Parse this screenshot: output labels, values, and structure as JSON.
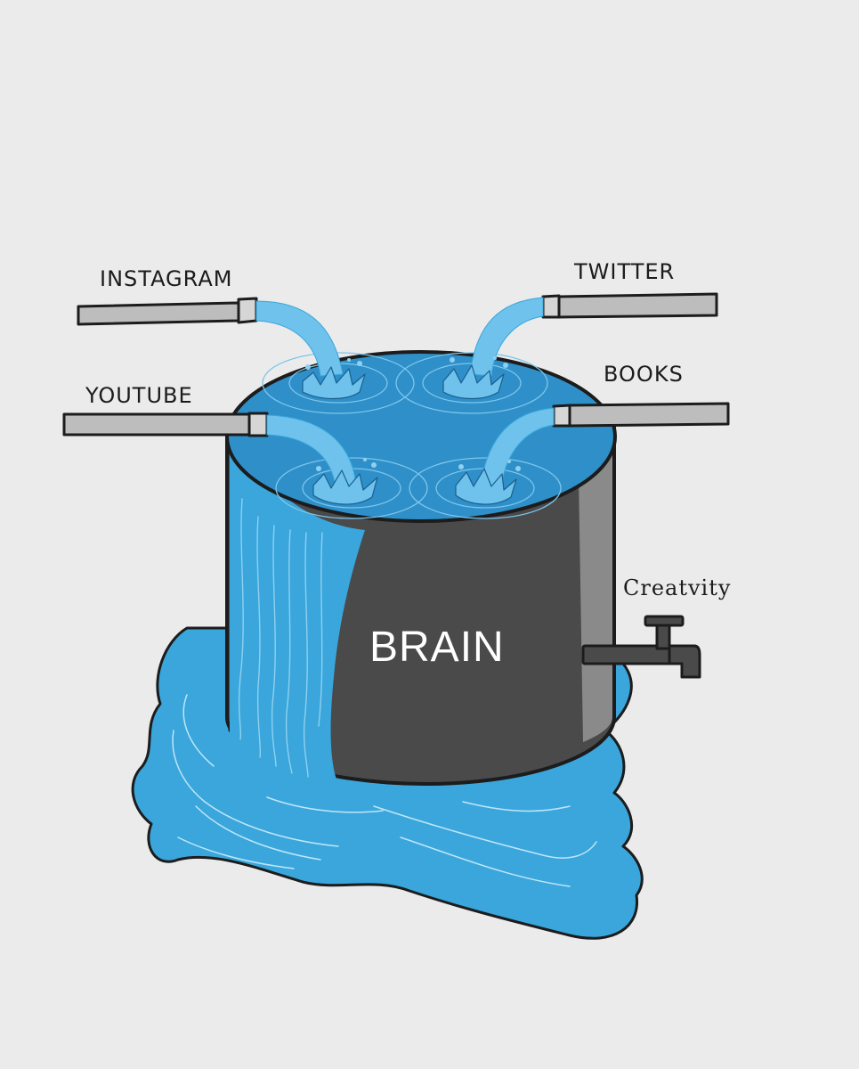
{
  "labels": {
    "instagram": "INSTAGRAM",
    "twitter": "TWITTER",
    "youtube": "YOUTUBE",
    "books": "BOOKS",
    "brain": "BRAIN",
    "creativity": "Creatvity"
  },
  "colors": {
    "background": "#ebebeb",
    "water": "#3aa6dc",
    "water_surface": "#2f8fc9",
    "water_light": "#8fd0f0",
    "tank": "#4a4a4a",
    "tank_highlight": "#8a8a8a",
    "pipe": "#bdbdbd",
    "outline": "#1c1c1c"
  }
}
